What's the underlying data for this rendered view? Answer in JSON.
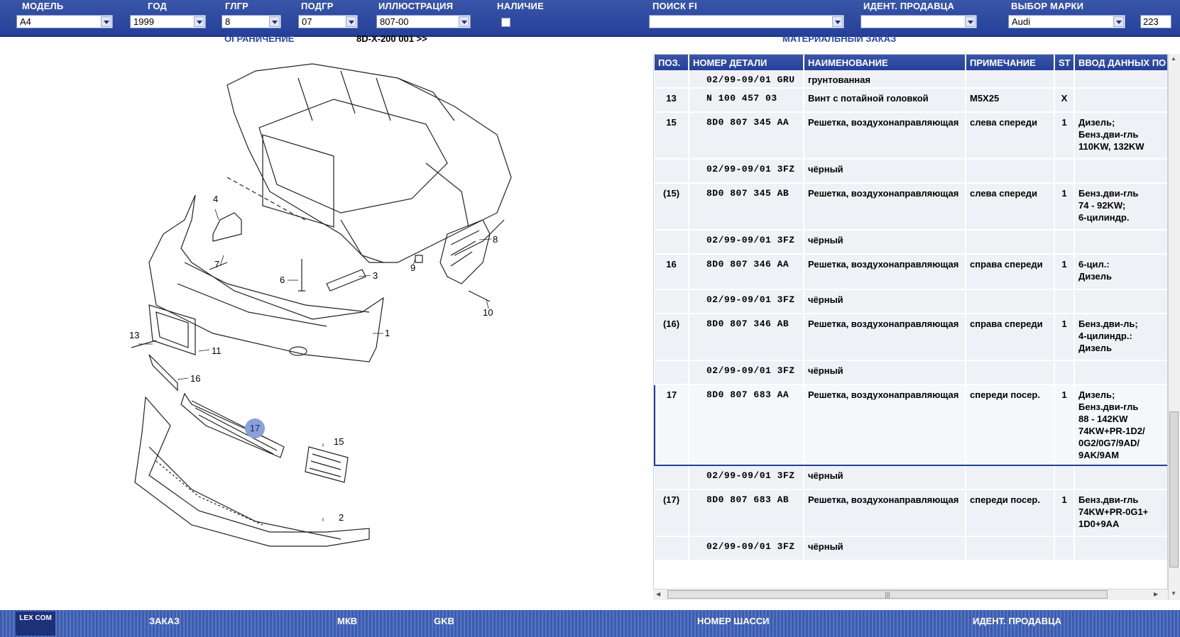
{
  "header": {
    "model": {
      "label": "МОДЕЛЬ",
      "value": "A4"
    },
    "year": {
      "label": "ГОД",
      "value": "1999"
    },
    "main_group": {
      "label": "ГЛГР",
      "value": "8"
    },
    "sub_group": {
      "label": "ПОДГР",
      "value": "07"
    },
    "illustration": {
      "label": "ИЛЛЮСТРАЦИЯ",
      "value": "807-00"
    },
    "availability": {
      "label": "НАЛИЧИЕ"
    },
    "search_fi": {
      "label": "ПОИСК FI",
      "value": ""
    },
    "dealer_id": {
      "label": "ИДЕНТ. ПРОДАВЦА",
      "value": ""
    },
    "brand": {
      "label": "ВЫБОР МАРКИ",
      "value": "Audi",
      "code": "223"
    }
  },
  "subheader": {
    "restriction": "ОГРАНИЧЕНИЕ",
    "restriction_value": "8D-X-200 001 >>",
    "material_order": "МАТЕРИАЛЬНЫЙ ЗАКАЗ"
  },
  "diagram": {
    "callouts": [
      "4",
      "7",
      "6",
      "3",
      "9",
      "8",
      "10",
      "13",
      "11",
      "16",
      "1",
      "15",
      "2"
    ],
    "marker": "17"
  },
  "table": {
    "columns": [
      "ПОЗ.",
      "НОМЕР ДЕТАЛИ",
      "НАИМЕНОВАНИЕ",
      "ПРИМЕЧАНИЕ",
      "ST",
      "ВВОД ДАННЫХ ПО"
    ],
    "rows": [
      {
        "pos": "",
        "part": "02/99-09/01 GRU",
        "name": "грунтованная",
        "note": "",
        "st": "",
        "data": ""
      },
      {
        "pos": "13",
        "part": "N   100 457 03",
        "name": "Винт с потайной головкой",
        "note": "M5X25",
        "st": "X",
        "data": ""
      },
      {
        "pos": "15",
        "part": "8D0 807 345 AA",
        "name": "Решетка, воздухонаправляющая",
        "note": "слева спереди",
        "st": "1",
        "data": "Дизель;\nБенз.дви-гль\n110KW, 132KW"
      },
      {
        "pos": "",
        "part": "02/99-09/01 3FZ",
        "name": "чёрный",
        "note": "",
        "st": "",
        "data": ""
      },
      {
        "pos": "(15)",
        "part": "8D0 807 345 AB",
        "name": "Решетка, воздухонаправляющая",
        "note": "слева спереди",
        "st": "1",
        "data": "Бенз.дви-гль\n74 - 92KW;\n6-цилиндр."
      },
      {
        "pos": "",
        "part": "02/99-09/01 3FZ",
        "name": "чёрный",
        "note": "",
        "st": "",
        "data": ""
      },
      {
        "pos": "16",
        "part": "8D0 807 346 AA",
        "name": "Решетка, воздухонаправляющая",
        "note": "справа спереди",
        "st": "1",
        "data": "6-цил.:\nДизель"
      },
      {
        "pos": "",
        "part": "02/99-09/01 3FZ",
        "name": "чёрный",
        "note": "",
        "st": "",
        "data": ""
      },
      {
        "pos": "(16)",
        "part": "8D0 807 346 AB",
        "name": "Решетка, воздухонаправляющая",
        "note": "справа спереди",
        "st": "1",
        "data": "Бенз.дви-ль;\n4-цилиндр.:\nДизель"
      },
      {
        "pos": "",
        "part": "02/99-09/01 3FZ",
        "name": "чёрный",
        "note": "",
        "st": "",
        "data": ""
      },
      {
        "pos": "17",
        "part": "8D0 807 683 AA",
        "name": "Решетка, воздухонаправляющая",
        "note": "спереди посер.",
        "st": "1",
        "data": "Дизель;\nБенз.дви-гль\n88 - 142KW\n74KW+PR-1D2/\n0G2/0G7/9AD/\n9AK/9AM",
        "selected": true
      },
      {
        "pos": "",
        "part": "02/99-09/01 3FZ",
        "name": "чёрный",
        "note": "",
        "st": "",
        "data": ""
      },
      {
        "pos": "(17)",
        "part": "8D0 807 683 AB",
        "name": "Решетка, воздухонаправляющая",
        "note": "спереди посер.",
        "st": "1",
        "data": "Бенз.дви-гль\n74KW+PR-0G1+\n1D0+9AA"
      },
      {
        "pos": "",
        "part": "02/99-09/01 3FZ",
        "name": "чёрный",
        "note": "",
        "st": "",
        "data": ""
      }
    ]
  },
  "footer": {
    "logo": "LEX COM",
    "buttons": [
      "ЗАКАЗ",
      "МКВ",
      "GKB",
      "НОМЕР ШАССИ",
      "ИДЕНТ. ПРОДАВЦА"
    ]
  }
}
